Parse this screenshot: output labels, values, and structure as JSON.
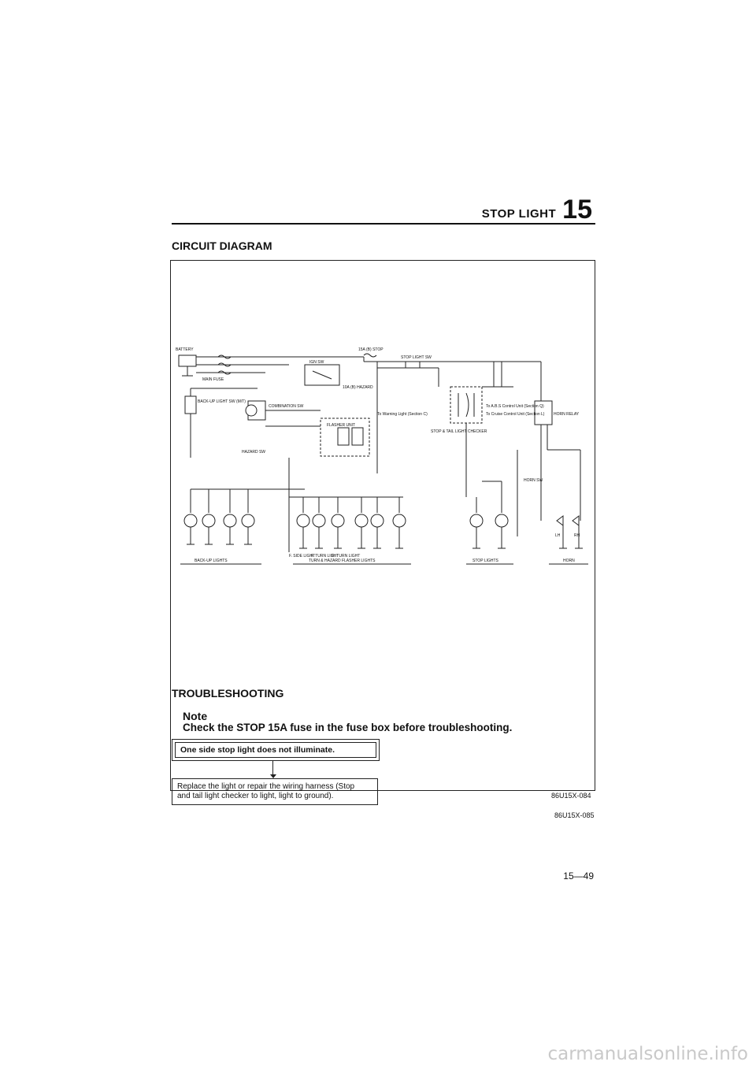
{
  "header": {
    "title": "STOP LIGHT",
    "section_number": "15"
  },
  "circuit": {
    "heading": "CIRCUIT DIAGRAM",
    "figure_code": "86U15X-084",
    "labels": {
      "battery": "BATTERY",
      "main_fuse": "MAIN FUSE",
      "stop_fuse": "15A (B) STOP",
      "hazard_fuse": "10A (B) HAZARD",
      "stop_light_sw": "STOP LIGHT SW",
      "combination_sw": "COMBINATION SW",
      "flasher_unit": "FLASHER UNIT",
      "hazard_sw": "HAZARD SW",
      "backup_sw": "BACK-UP LIGHT SW (M/T)",
      "ign_sw": "IGN SW",
      "checker": "STOP & TAIL LIGHT CHECKER",
      "horn_relay": "HORN RELAY",
      "horn_sw": "HORN SW",
      "to_warning_light": "To Warning Light (Section C)",
      "to_abs": "To A.B.S Control Unit (Section Q)",
      "to_cruise": "To Cruise Control Unit (Section L)",
      "front_side": "F. SIDE LIGHT",
      "front_turn": "F. TURN LIGHT",
      "rear_turn": "R. TURN LIGHT",
      "backup_lights": "BACK-UP LIGHTS",
      "turn_hazard_lights": "TURN & HAZARD FLASHER LIGHTS",
      "stop_lights": "STOP LIGHTS",
      "horn": "HORN",
      "lh": "LH",
      "rh": "RH"
    }
  },
  "troubleshooting": {
    "heading": "TROUBLESHOOTING",
    "note_label": "Note",
    "note_text": "Check the STOP 15A fuse in the fuse box before troubleshooting.",
    "symptom": "One side stop light does not illuminate.",
    "action_line1": "Replace the light or repair the wiring harness (Stop",
    "action_line2": "and tail light checker to light, light to ground).",
    "figure_code": "86U15X-085"
  },
  "page_number": "15—49",
  "footer": "carmanualsonline.info"
}
